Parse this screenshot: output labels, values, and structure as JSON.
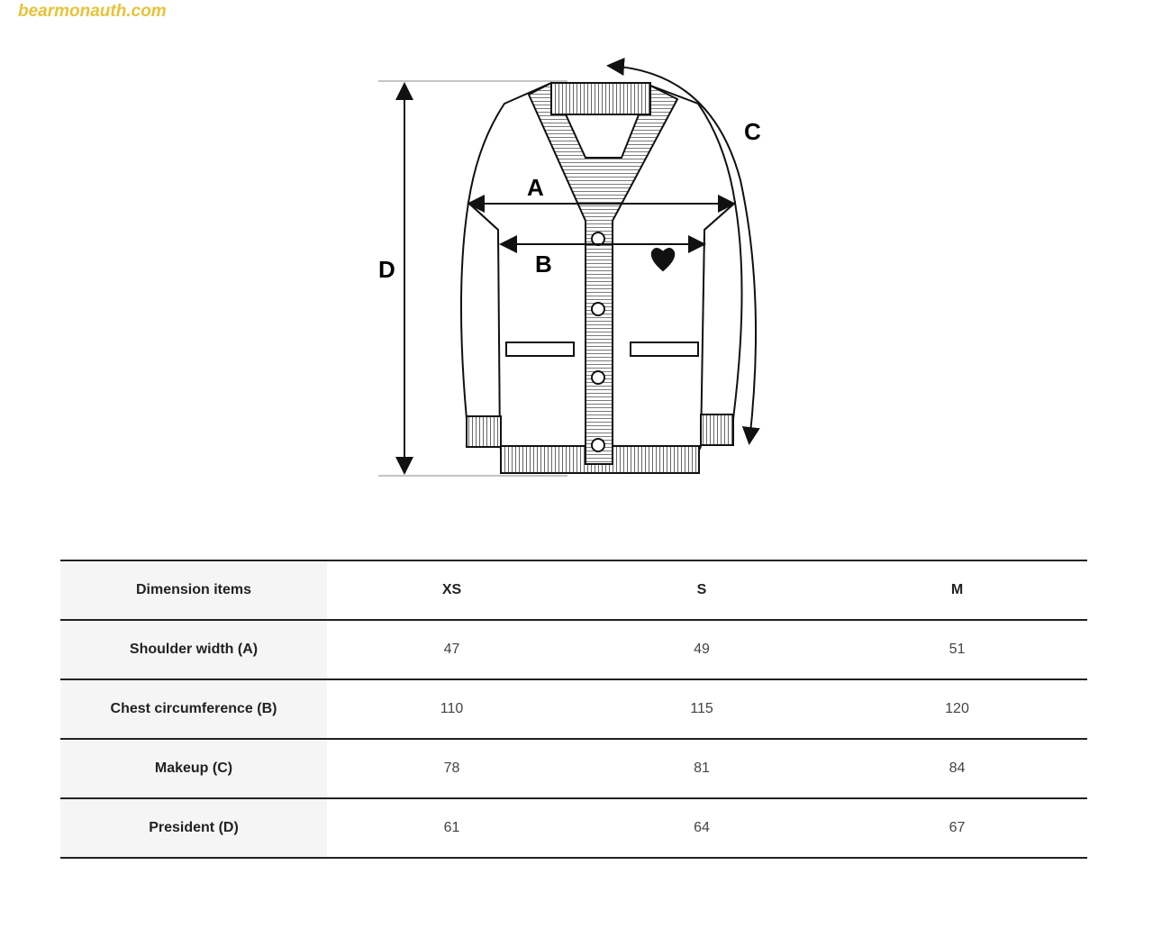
{
  "watermark": "bearmonauth.com",
  "diagram": {
    "labels": {
      "A": "A",
      "B": "B",
      "C": "C",
      "D": "D"
    }
  },
  "table": {
    "headers": [
      "Dimension items",
      "XS",
      "S",
      "M"
    ],
    "rows": [
      {
        "label": "Shoulder width (A)",
        "values": [
          "47",
          "49",
          "51"
        ]
      },
      {
        "label": "Chest circumference (B)",
        "values": [
          "110",
          "115",
          "120"
        ]
      },
      {
        "label": "Makeup (C)",
        "values": [
          "78",
          "81",
          "84"
        ]
      },
      {
        "label": "President (D)",
        "values": [
          "61",
          "64",
          "67"
        ]
      }
    ]
  }
}
